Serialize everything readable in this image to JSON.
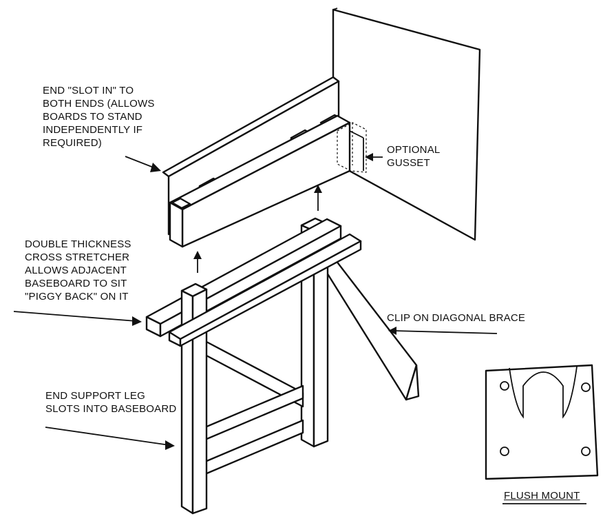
{
  "labels": {
    "slot_in": [
      "END \"SLOT IN\" TO",
      "BOTH ENDS (ALLOWS",
      "BOARDS TO STAND",
      "INDEPENDENTLY IF",
      "REQUIRED)"
    ],
    "gusset": [
      "OPTIONAL",
      "GUSSET"
    ],
    "cross_stretcher": [
      "DOUBLE THICKNESS",
      "CROSS STRETCHER",
      "ALLOWS ADJACENT",
      "BASEBOARD TO SIT",
      "\"PIGGY BACK\" ON IT"
    ],
    "diagonal_brace": [
      "CLIP ON DIAGONAL BRACE"
    ],
    "end_support": [
      "END SUPPORT LEG",
      "SLOTS INTO BASEBOARD"
    ],
    "flush_mount": "FLUSH MOUNT"
  },
  "colors": {
    "ink": "#111111",
    "paper": "#ffffff"
  }
}
